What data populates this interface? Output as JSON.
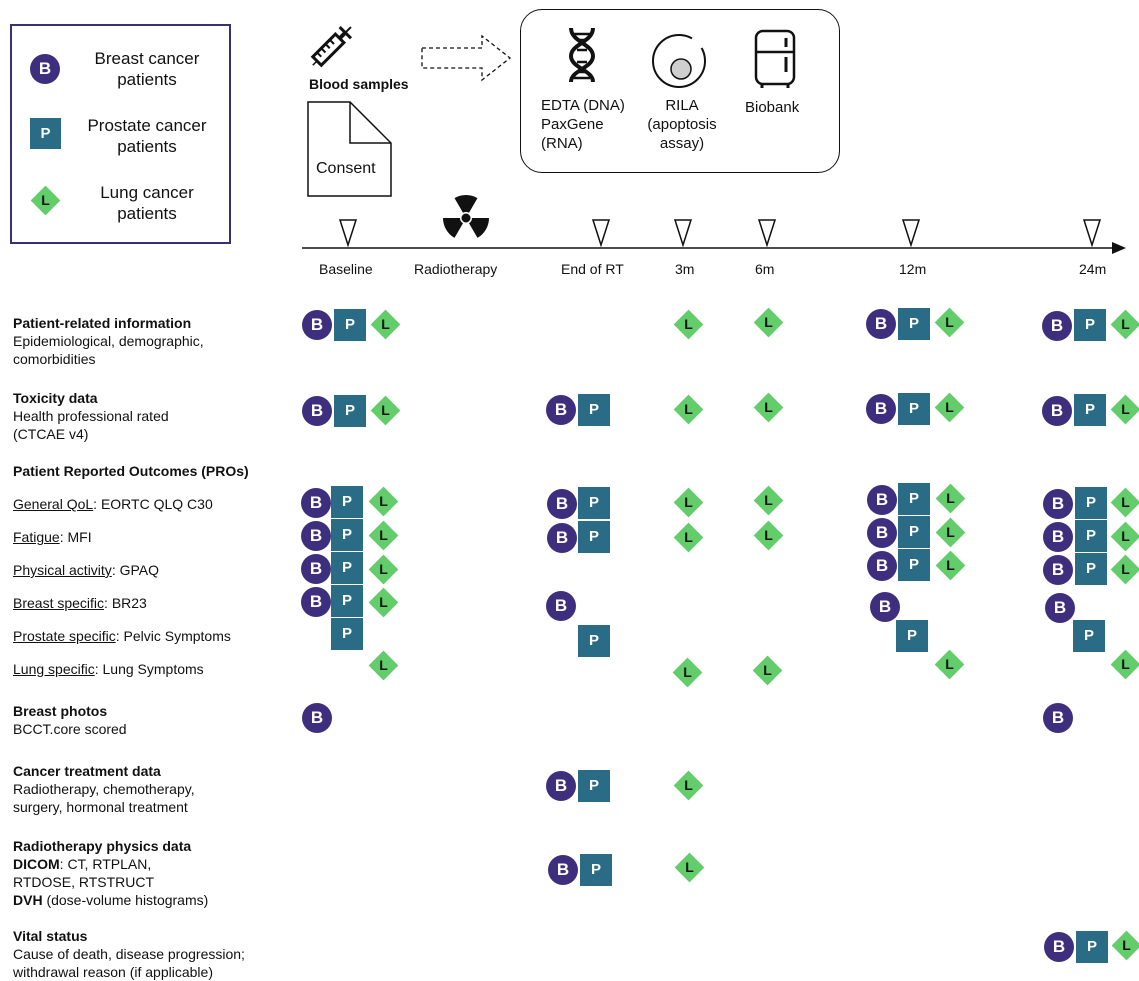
{
  "legend": {
    "breast_label": "Breast cancer patients",
    "breast_letter": "B",
    "prostate_label": "Prostate cancer patients",
    "prostate_letter": "P",
    "lung_label": "Lung cancer patients",
    "lung_letter": "L"
  },
  "top": {
    "blood_samples": "Blood samples",
    "consent": "Consent",
    "edta_line1": "EDTA (DNA)",
    "edta_line2": "PaxGene",
    "edta_line3": "(RNA)",
    "rila_line1": "RILA",
    "rila_line2": "(apoptosis",
    "rila_line3": "assay)",
    "biobank": "Biobank",
    "icons": [
      "syringe-icon",
      "document-icon",
      "dashed-arrow-icon",
      "dna-icon",
      "petri-dish-icon",
      "fridge-icon",
      "radiation-icon"
    ]
  },
  "timeline": {
    "points": [
      "Baseline",
      "Radiotherapy",
      "End of RT",
      "3m",
      "6m",
      "12m",
      "24m"
    ]
  },
  "rows": {
    "patient_info_title": "Patient-related information",
    "patient_info_desc1": "Epidemiological, demographic,",
    "patient_info_desc2": "comorbidities",
    "toxicity_title": "Toxicity data",
    "toxicity_desc1": "Health professional rated",
    "toxicity_desc2": "(CTCAE v4)",
    "pros_title": "Patient Reported Outcomes (PROs)",
    "qol_name": "General QoL",
    "qol_tool": ": EORTC QLQ C30",
    "fatigue_name": "Fatigue",
    "fatigue_tool": ": MFI",
    "phys_name": "Physical activity",
    "phys_tool": ": GPAQ",
    "breast_spec_name": "Breast specific",
    "breast_spec_tool": ": BR23",
    "prostate_spec_name": "Prostate specific",
    "prostate_spec_tool": ": Pelvic Symptoms",
    "lung_spec_name": "Lung specific",
    "lung_spec_tool": ": Lung Symptoms",
    "photos_title": "Breast photos",
    "photos_desc": "BCCT.core scored",
    "treatment_title": "Cancer treatment data",
    "treatment_desc1": "Radiotherapy, chemotherapy,",
    "treatment_desc2": "surgery, hormonal treatment",
    "physics_title": "Radiotherapy physics data",
    "physics_dicom": "DICOM",
    "physics_dicom_desc1": ": CT, RTPLAN,",
    "physics_dicom_desc2": "RTDOSE, RTSTRUCT",
    "physics_dvh": "DVH",
    "physics_dvh_desc": " (dose-volume histograms)",
    "vital_title": "Vital status",
    "vital_desc1": "Cause of death, disease progression;",
    "vital_desc2": "withdrawal reason (if applicable)"
  },
  "colors": {
    "breast": "#3e2f7e",
    "prostate": "#2a6c86",
    "lung": "#62cd6a"
  }
}
